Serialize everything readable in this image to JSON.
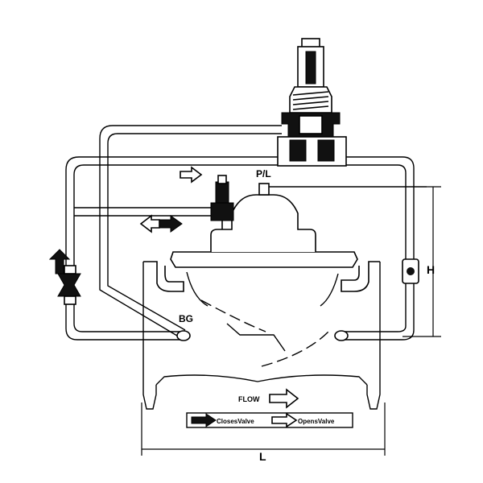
{
  "labels": {
    "pilot_line": "P/L",
    "ball_valve_port": "BG",
    "height_dim": "H",
    "length_dim": "L",
    "flow": "FLOW"
  },
  "legend": {
    "closes": "ClosesValve",
    "opens": "OpensValve"
  },
  "colors": {
    "line": "#000000",
    "fill_dark": "#111111",
    "background": "#ffffff"
  },
  "icons": [
    "pilot-valve-icon",
    "needle-valve-icon",
    "strainer-icon",
    "ball-valve-icon",
    "flow-arrow-icon",
    "close-arrow-icon",
    "open-arrow-icon"
  ]
}
